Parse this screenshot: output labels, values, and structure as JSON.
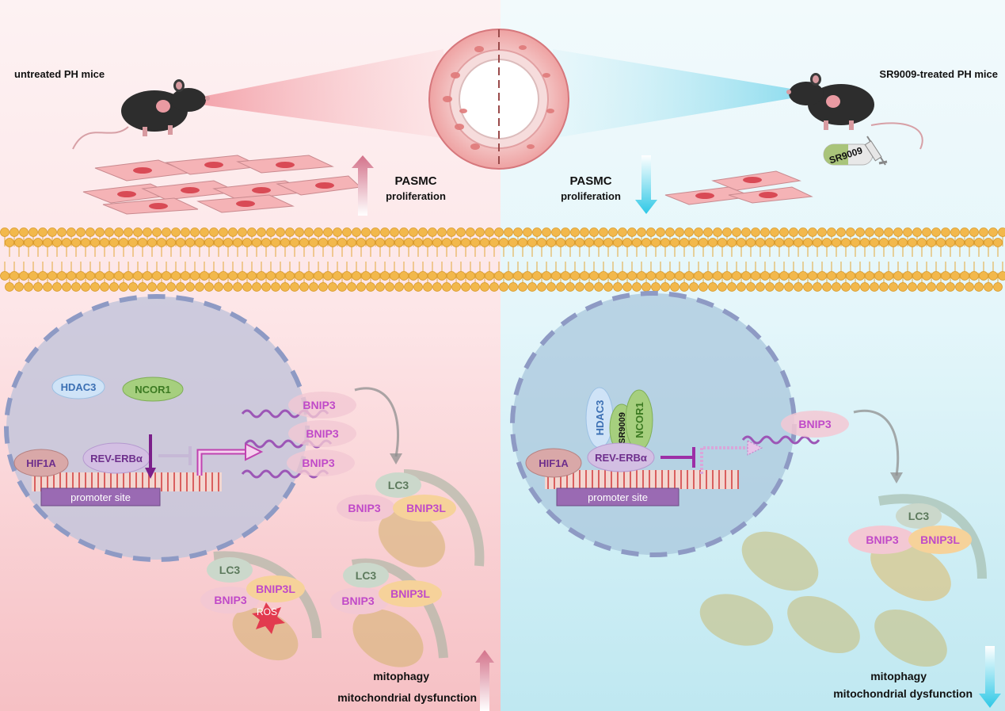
{
  "panels": {
    "left": {
      "mouse_label": "untreated PH mice",
      "pasmc_title": "PASMC",
      "pasmc_subtitle": "proliferation",
      "outcome_line1": "mitophagy",
      "outcome_line2": "mitochondrial dysfunction"
    },
    "right": {
      "mouse_label": "SR9009-treated PH mice",
      "pasmc_title": "PASMC",
      "pasmc_subtitle": "proliferation",
      "outcome_line1": "mitophagy",
      "outcome_line2": "mitochondrial dysfunction",
      "drug_capsule": "SR9009"
    }
  },
  "nucleus_left": {
    "corepressors": [
      "HDAC3",
      "NCOR1"
    ],
    "factors": [
      "HIF1A",
      "REV-ERBα"
    ],
    "promoter": "promoter site",
    "transcripts": [
      "BNIP3",
      "BNIP3",
      "BNIP3"
    ]
  },
  "nucleus_right": {
    "complex": [
      "HDAC3",
      "SR9009",
      "NCOR1"
    ],
    "factors": [
      "HIF1A",
      "REV-ERBα"
    ],
    "promoter": "promoter site",
    "transcript": "BNIP3"
  },
  "mito_left": {
    "complex_top": {
      "lc3": "LC3",
      "bnip3": "BNIP3",
      "bnip3l": "BNIP3L"
    },
    "complex_bottom_left": {
      "lc3": "LC3",
      "bnip3": "BNIP3",
      "bnip3l": "BNIP3L",
      "ros": "ROS"
    },
    "complex_bottom_right": {
      "lc3": "LC3",
      "bnip3": "BNIP3",
      "bnip3l": "BNIP3L"
    }
  },
  "mito_right": {
    "complex": {
      "lc3": "LC3",
      "bnip3": "BNIP3",
      "bnip3l": "BNIP3L"
    }
  },
  "colors": {
    "left_bg": "#f7c9cc",
    "right_bg": "#c8ecf3",
    "membrane": "#f2b84c",
    "nucleus": "#c6c9dc",
    "purple_text": "#c04ac8",
    "arrow_up": "#d98a9a",
    "arrow_down": "#4ccde8"
  }
}
